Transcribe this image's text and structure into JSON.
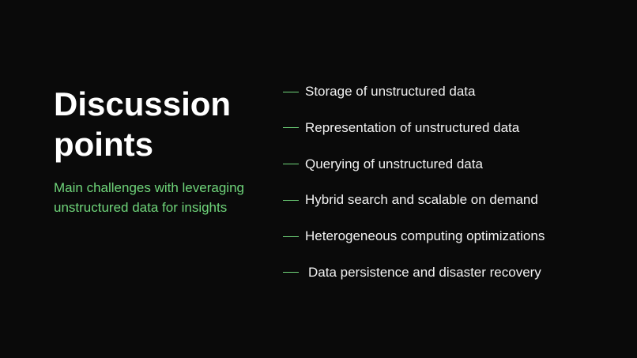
{
  "slide": {
    "title_line1": "Discussion",
    "title_line2": "points",
    "subtitle_line1": "Main challenges with leveraging",
    "subtitle_line2": "unstructured data for insights",
    "points": [
      "Storage of unstructured data",
      "Representation of unstructured data",
      "Querying of unstructured data",
      "Hybrid search and scalable on demand",
      "Heterogeneous computing optimizations",
      "Data persistence and disaster recovery"
    ]
  },
  "colors": {
    "background": "#0a0a0a",
    "accent": "#6fd57a",
    "text": "#ffffff"
  }
}
